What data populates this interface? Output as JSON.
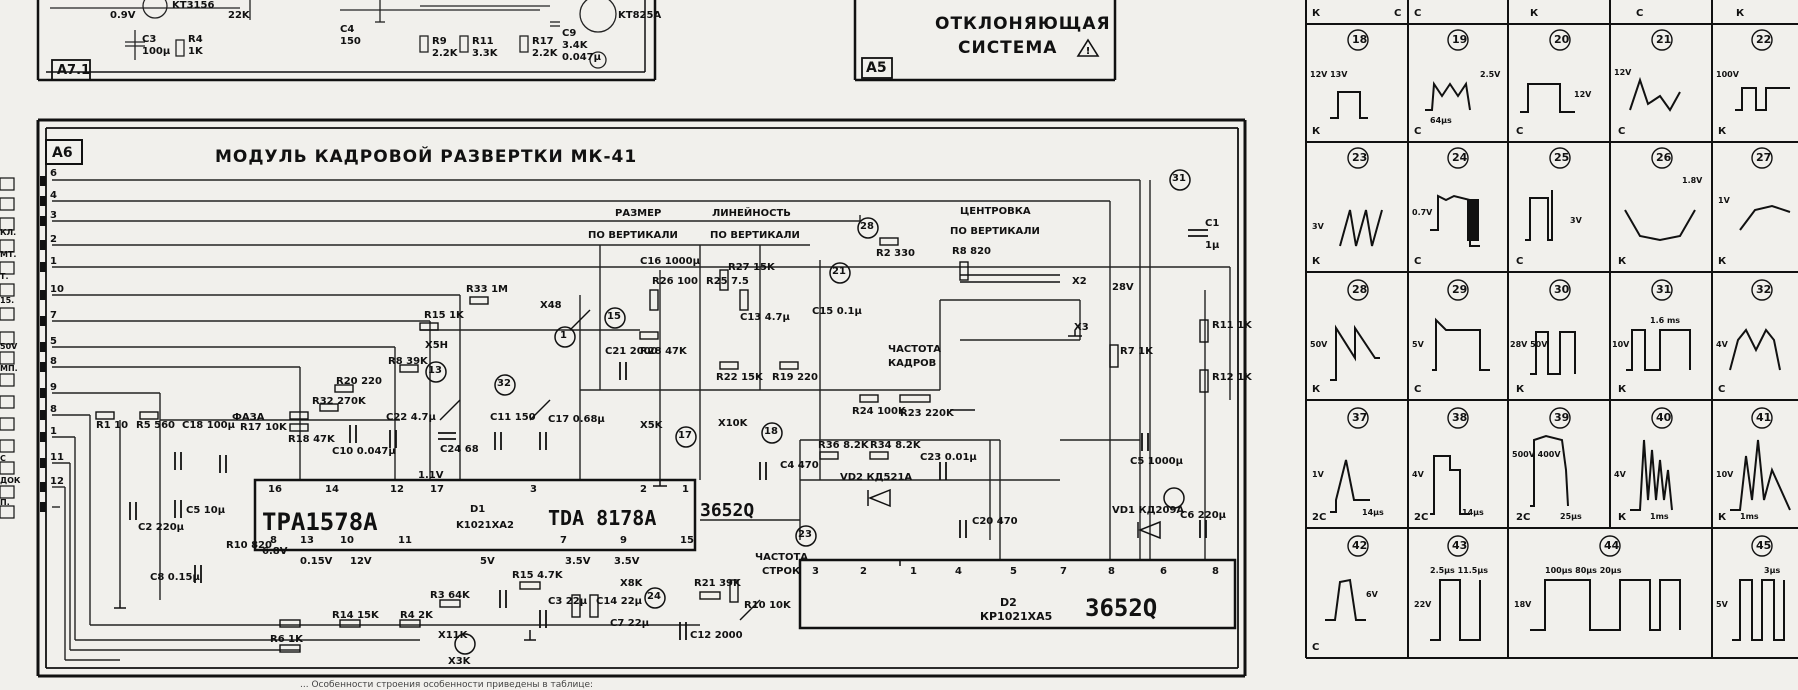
{
  "top_left": {
    "frame_label": "A7.1",
    "values": [
      "0.9V",
      "KT3156",
      "22K",
      "C3",
      "100µ",
      "R4",
      "1K",
      "C4",
      "150",
      "R9",
      "2.2K",
      "R11",
      "3.3K",
      "R17",
      "2.2K",
      "C9",
      "3.4K",
      "0.047µ",
      "KT825A"
    ]
  },
  "deflection_box": {
    "title_line1": "ОТКЛОНЯЮЩАЯ",
    "title_line2": "СИСТЕМА",
    "label": "A5"
  },
  "module": {
    "label": "A6",
    "title": "МОДУЛЬ КАДРОВОЙ РАЗВЕРТКИ МК-41",
    "pins_left": [
      "6",
      "4",
      "3",
      "2",
      "1",
      "10",
      "7",
      "5",
      "8",
      "9",
      "8",
      "1",
      "11",
      "12"
    ],
    "side_tags": [
      "КЛ.",
      "МТ.",
      "Т.",
      "15.",
      "50V",
      "МП.",
      "С",
      "ДОК",
      "П."
    ],
    "labels": {
      "size_line1": "РАЗМЕР",
      "size_line2": "ПО ВЕРТИКАЛИ",
      "lin_line1": "ЛИНЕЙНОСТЬ",
      "lin_line2": "ПО ВЕРТИКАЛИ",
      "center_line1": "ЦЕНТРОВКА",
      "center_line2": "ПО ВЕРТИКАЛИ",
      "freq_frame1": "ЧАСТОТА",
      "freq_frame2": "КАДРОВ",
      "freq_line1": "ЧАСТОТА",
      "freq_line2": "СТРОК",
      "phase": "ФАЗА",
      "voltage_28": "28V",
      "c1": "C1",
      "c1v": "1µ"
    },
    "chip1": {
      "name_left": "TPA1578A",
      "name_right": "TDA 8178A",
      "code": "3652Q",
      "sub": "K1021XA2",
      "d": "D1",
      "pins_top": [
        "16",
        "14",
        "12",
        "17",
        "3",
        "2",
        "1"
      ],
      "pins_bottom": [
        "8",
        "13",
        "10",
        "11",
        "7",
        "9",
        "15"
      ]
    },
    "chip2": {
      "sub": "D2",
      "name": "КР1021ХА5",
      "code": "3652Q",
      "pins_top": [
        "3",
        "2",
        "1",
        "4",
        "5",
        "7",
        "8",
        "6",
        "8"
      ]
    },
    "components": [
      "R1 10",
      "R5 560",
      "C18 100µ",
      "C2 220µ",
      "C5 10µ",
      "C8 0.15µ",
      "R10 820",
      "R17 10K",
      "R18 47K",
      "R32 270K",
      "R20 220",
      "R8 39K",
      "C10 0.047µ",
      "C22 4.7µ",
      "C24 68",
      "C11 150",
      "C17 0.68µ",
      "R15 1K",
      "R33 1M",
      "C21 2000",
      "R28 47K",
      "R22 15K",
      "R19 220",
      "C16 1000µ",
      "R26 100",
      "R25 7.5",
      "R27 15K",
      "C13 4.7µ",
      "C15 0.1µ",
      "R2 330",
      "R8 820",
      "R24 100K",
      "R23 220K",
      "C4 470",
      "R36 8.2K",
      "R34 8.2K",
      "C23 0.01µ",
      "C20 470",
      "VD2 КД521А",
      "VD1 КД209А",
      "C6 220µ",
      "C5 1000µ",
      "R7 1K",
      "R11 1K",
      "R12 1K",
      "R3 64K",
      "R15 4.7K",
      "R4 2K",
      "R14 15K",
      "R6 1K",
      "C7 22µ",
      "C12 2000",
      "R21 39K",
      "R10 10K",
      "C3 22µ",
      "C14 22µ"
    ],
    "voltages": [
      "0.15V",
      "12V",
      "5V",
      "3.5V",
      "3.5V",
      "6.8V",
      "1.1V",
      "28V"
    ],
    "test_points": [
      "1",
      "13",
      "15",
      "17",
      "18",
      "21",
      "23",
      "24",
      "28",
      "31",
      "32"
    ],
    "connectors": [
      "X48",
      "X5K",
      "X5H",
      "X10K",
      "X8K",
      "X11K",
      "X3K",
      "X2",
      "X3"
    ]
  },
  "footnote": "... Особенности строения особенности приведены в таблице:",
  "waveform_grid": {
    "top_partial": [
      "К",
      "С",
      "С",
      "К",
      "С",
      "К"
    ],
    "rows": [
      [
        {
          "n": "18",
          "lab": "К",
          "v": "12V 13V"
        },
        {
          "n": "19",
          "lab": "С",
          "v": "2.5V",
          "t": "64µs"
        },
        {
          "n": "20",
          "lab": "С",
          "v": "12V"
        },
        {
          "n": "21",
          "lab": "С",
          "v": "12V"
        },
        {
          "n": "22",
          "lab": "К",
          "v": "100V"
        }
      ],
      [
        {
          "n": "23",
          "lab": "К",
          "v": "3V"
        },
        {
          "n": "24",
          "lab": "С",
          "v": "0.7V"
        },
        {
          "n": "25",
          "lab": "С",
          "v": "3V"
        },
        {
          "n": "26",
          "lab": "К",
          "v": "1.8V"
        },
        {
          "n": "27",
          "lab": "К",
          "v": "1V"
        }
      ],
      [
        {
          "n": "28",
          "lab": "К",
          "v": "50V"
        },
        {
          "n": "29",
          "lab": "С",
          "v": "5V"
        },
        {
          "n": "30",
          "lab": "К",
          "v": "28V 50V"
        },
        {
          "n": "31",
          "lab": "К",
          "v": "10V",
          "t": "1.6 ms"
        },
        {
          "n": "32",
          "lab": "С",
          "v": "4V"
        }
      ],
      [
        {
          "n": "37",
          "lab": "2С",
          "v": "1V",
          "t": "14µs"
        },
        {
          "n": "38",
          "lab": "2С",
          "v": "4V",
          "t": "14µs"
        },
        {
          "n": "39",
          "lab": "2С",
          "v": "500V 400V",
          "t": "25µs"
        },
        {
          "n": "40",
          "lab": "К",
          "v": "4V",
          "t": "1ms"
        },
        {
          "n": "41",
          "lab": "К",
          "v": "10V",
          "t": "1ms"
        }
      ],
      [
        {
          "n": "42",
          "lab": "С",
          "v": "6V"
        },
        {
          "n": "43",
          "lab": "",
          "v": "22V",
          "t": "2.5µs 11.5µs"
        },
        {
          "n": "44",
          "lab": "",
          "v": "18V",
          "t": "100µs  80µs  20µs"
        },
        {
          "n": "45",
          "lab": "",
          "v": "5V",
          "t": "3µs"
        }
      ]
    ]
  }
}
